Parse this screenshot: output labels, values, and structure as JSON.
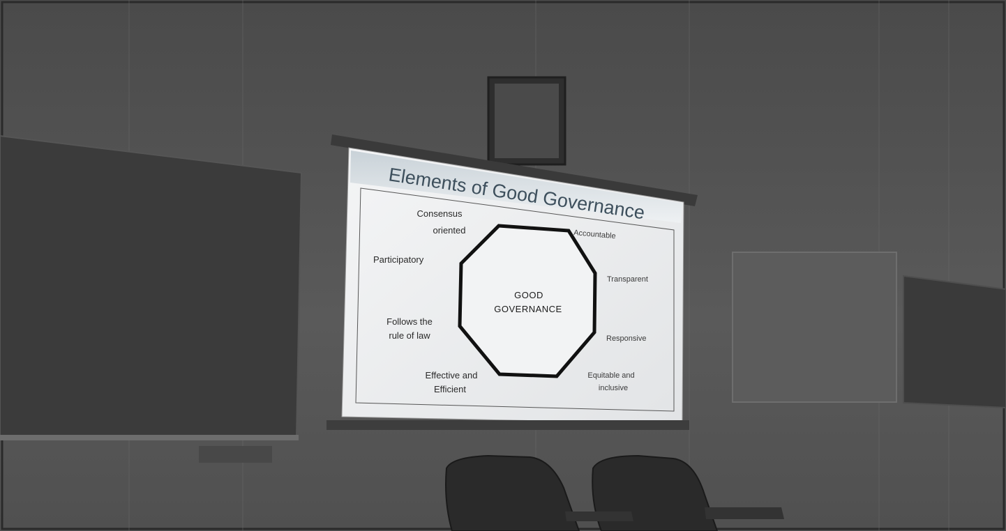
{
  "slide": {
    "title": "Elements of Good Governance",
    "center_line1": "GOOD",
    "center_line2": "GOVERNANCE",
    "elements": {
      "consensus_line1": "Consensus",
      "consensus_line2": "oriented",
      "accountable": "Accountable",
      "participatory": "Participatory",
      "transparent": "Transparent",
      "rule_line1": "Follows the",
      "rule_line2": "rule of law",
      "responsive": "Responsive",
      "effective_line1": "Effective and",
      "effective_line2": "Efficient",
      "equitable_line1": "Equitable and",
      "equitable_line2": "inclusive"
    }
  },
  "colors": {
    "wall": "#545454",
    "screen": "#eceef0",
    "title": "#3d4f5c",
    "octagon": "#111111"
  }
}
